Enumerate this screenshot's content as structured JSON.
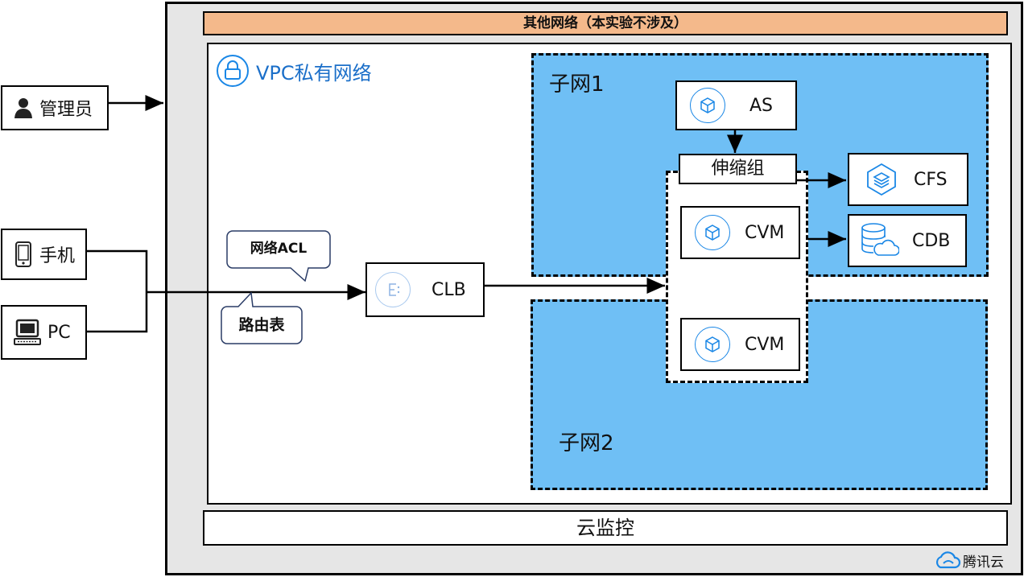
{
  "title_other_network": "其他网络（本实验不涉及）",
  "vpc_title": "VPC私有网络",
  "monitor_label": "云监控",
  "subnet1_label": "子网1",
  "subnet2_label": "子网2",
  "clients": {
    "admin": "管理员",
    "phone": "手机",
    "pc": "PC"
  },
  "callouts": {
    "acl": "网络ACL",
    "route": "路由表"
  },
  "services": {
    "clb": "CLB",
    "as": "AS",
    "scaling_group": "伸缩组",
    "cvm1": "CVM",
    "cvm2": "CVM",
    "cfs": "CFS",
    "cdb": "CDB"
  },
  "brand": "腾讯云",
  "colors": {
    "subnet_fill": "#6fbff5",
    "header_fill": "#f4b98b",
    "accent_blue": "#1a87e6",
    "outer_fill": "#e6e6e6"
  },
  "icons": [
    "user-icon",
    "phone-icon",
    "pc-icon",
    "lock-icon",
    "clb-icon",
    "as-icon",
    "cvm-icon",
    "cfs-icon",
    "cdb-icon",
    "cloud-logo-icon"
  ]
}
